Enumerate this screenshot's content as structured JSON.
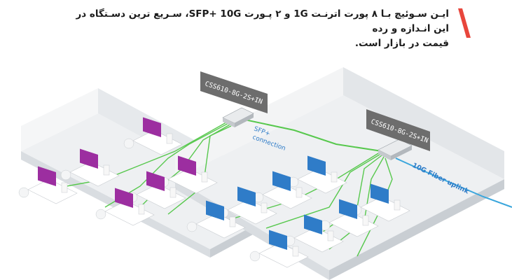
{
  "heading": {
    "line1": "ایـن سـوئیچ بـا ۸ پورت اترنـت 1G و ۲ پـورت SFP+ 10G، سـریع ترین دسـتگاه در این انـدازه و رده",
    "line2": "قیمت در بازار است."
  },
  "diagram": {
    "switch_left_model": "CSS610-8G-2S+IN",
    "switch_right_model": "CSS610-8G-2S+IN",
    "sfp_label_line1": "SFP+",
    "sfp_label_line2": "connection",
    "uplink_label": "10G Fiber uplink"
  },
  "colors": {
    "accent": "#e8463c",
    "green_link": "#57c84d",
    "fiber_link": "#3aa6dc",
    "monitor_left": "#9c2ea0",
    "monitor_right": "#2f7cc8",
    "tag_bg": "#6d6d6d"
  },
  "icons": [
    "accent-bar-icon",
    "switch-icon",
    "monitor-icon",
    "workstation-icon",
    "chair-icon"
  ]
}
